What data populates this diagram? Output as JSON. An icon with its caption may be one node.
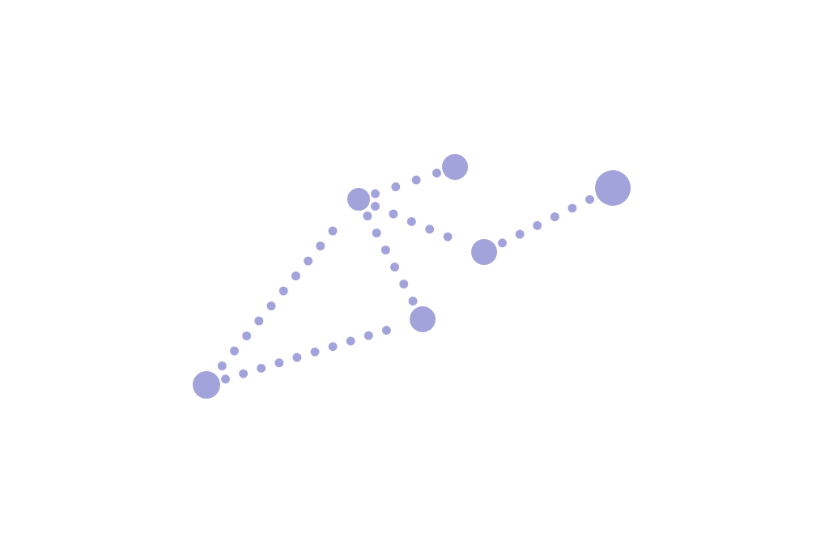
{
  "diagram": {
    "nodes": [
      {
        "text": [],
        "shape": "circle"
      },
      {
        "text": [],
        "shape": "circle"
      },
      {
        "text": [],
        "shape": "circle"
      },
      {
        "text": [],
        "shape": "circle"
      },
      {
        "text": [],
        "shape": "circle"
      },
      {
        "text": [],
        "shape": "circle"
      }
    ],
    "edges": [
      {
        "from": 0,
        "to": 1,
        "arrow": "none"
      },
      {
        "from": 0,
        "to": 2,
        "arrow": "none"
      },
      {
        "from": 1,
        "to": 2,
        "arrow": "none"
      },
      {
        "from": 1,
        "to": 3,
        "arrow": "none"
      },
      {
        "from": 1,
        "to": 4,
        "arrow": "none"
      },
      {
        "from": 4,
        "to": 5,
        "arrow": "none"
      }
    ]
  }
}
